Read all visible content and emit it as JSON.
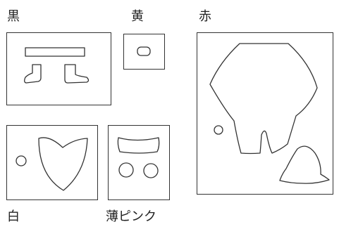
{
  "labels": {
    "black": "黒",
    "yellow": "黄",
    "red": "赤",
    "white": "白",
    "light_pink": "薄ピンク"
  },
  "colors": {
    "outline": "#333333",
    "background": "#ffffff"
  }
}
